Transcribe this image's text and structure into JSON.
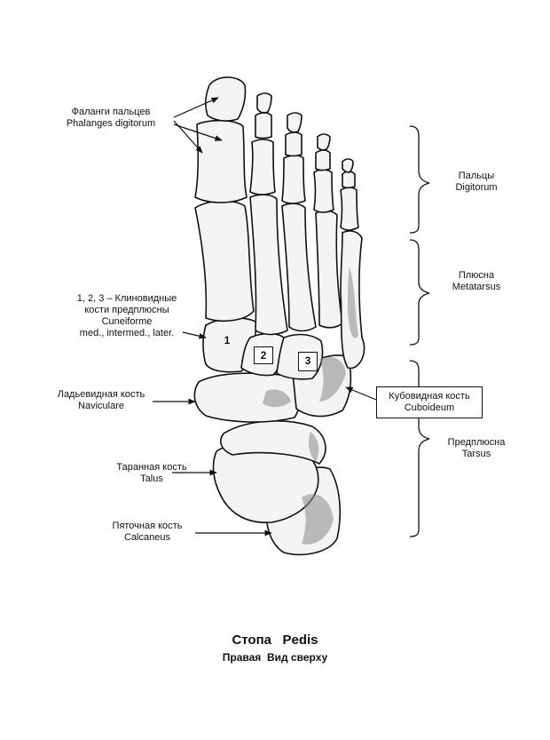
{
  "labels": {
    "phalanges": [
      "Фаланги пальцев",
      "Phalanges digitorum"
    ],
    "cuneiforme": [
      "1, 2, 3 – Клиновидные",
      "кости предплюсны",
      "Cuneiforme",
      "med., intermed., later."
    ],
    "naviculare": [
      "Ладьевидная кость",
      "Naviculare"
    ],
    "talus": [
      "Таранная кость",
      "Talus"
    ],
    "calcaneus": [
      "Пяточная кость",
      "Calcaneus"
    ],
    "cuboideum": [
      "Кубовидная кость",
      "Cuboideum"
    ],
    "digitorum": [
      "Пальцы",
      "Digitorum"
    ],
    "metatarsus": [
      "Плюсна",
      "Metatarsus"
    ],
    "tarsus": [
      "Предплюсна",
      "Tarsus"
    ]
  },
  "numbers": [
    "1",
    "2",
    "3"
  ],
  "title": "Стопа   Pedis",
  "subtitle": "Правая  Вид сверху",
  "colors": {
    "ink": "#111111",
    "bone": "#f4f4f4",
    "shade": "#8a8a8a"
  }
}
